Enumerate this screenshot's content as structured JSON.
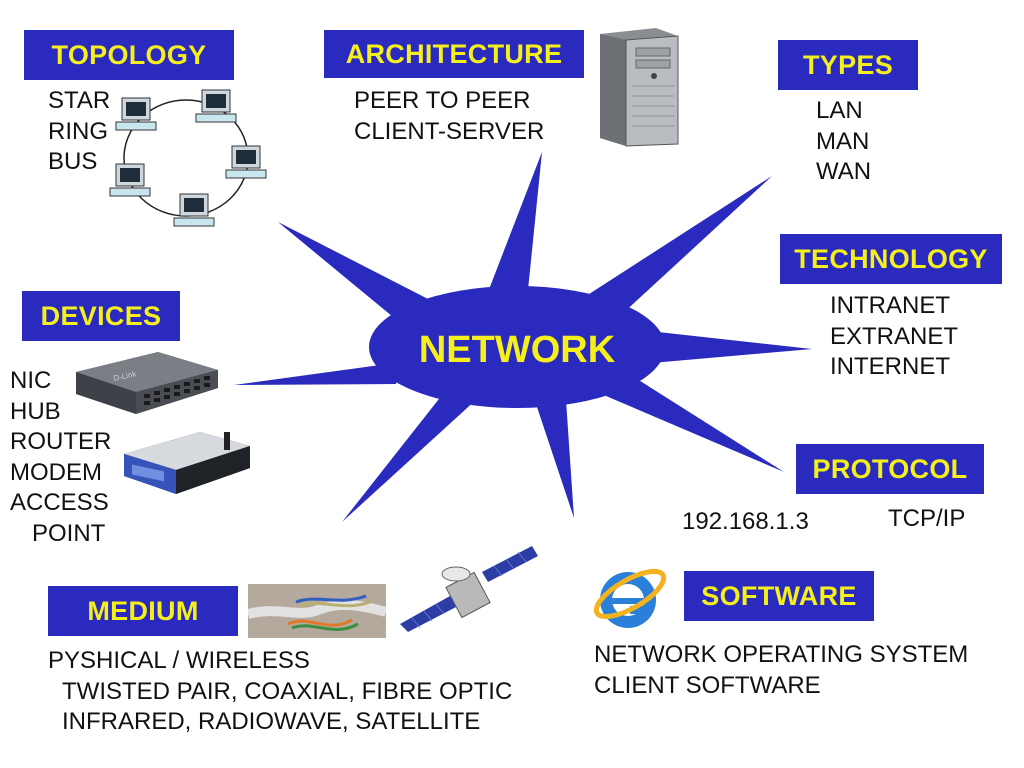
{
  "center": {
    "label": "NETWORK"
  },
  "topology": {
    "heading": "TOPOLOGY",
    "items": [
      "STAR",
      "RING",
      "BUS"
    ]
  },
  "architecture": {
    "heading": "ARCHITECTURE",
    "items": [
      "PEER TO PEER",
      "CLIENT-SERVER"
    ]
  },
  "types": {
    "heading": "TYPES",
    "items": [
      "LAN",
      "MAN",
      "WAN"
    ]
  },
  "technology": {
    "heading": "TECHNOLOGY",
    "items": [
      "INTRANET",
      "EXTRANET",
      "INTERNET"
    ]
  },
  "devices": {
    "heading": "DEVICES",
    "items": [
      "NIC",
      "HUB",
      "ROUTER",
      "MODEM",
      "ACCESS",
      "POINT"
    ]
  },
  "protocol": {
    "heading": "PROTOCOL",
    "ip": "192.168.1.3",
    "name": "TCP/IP"
  },
  "software": {
    "heading": "SOFTWARE",
    "items": [
      "NETWORK OPERATING SYSTEM",
      "CLIENT SOFTWARE"
    ]
  },
  "medium": {
    "heading": "MEDIUM",
    "items": [
      "PYSHICAL / WIRELESS",
      "TWISTED PAIR, COAXIAL, FIBRE OPTIC",
      "INFRARED, RADIOWAVE, SATELLITE"
    ]
  },
  "switch_logo": "D-Link",
  "colors": {
    "box_fill": "#2a2abf",
    "box_text": "#f5ef1c",
    "star_fill": "#2a2abf",
    "body_text": "#111111"
  },
  "icons": [
    "ring-topology-icon",
    "server-tower-icon",
    "network-switch-icon",
    "router-icon",
    "cable-photo-icon",
    "satellite-icon",
    "internet-explorer-icon"
  ]
}
